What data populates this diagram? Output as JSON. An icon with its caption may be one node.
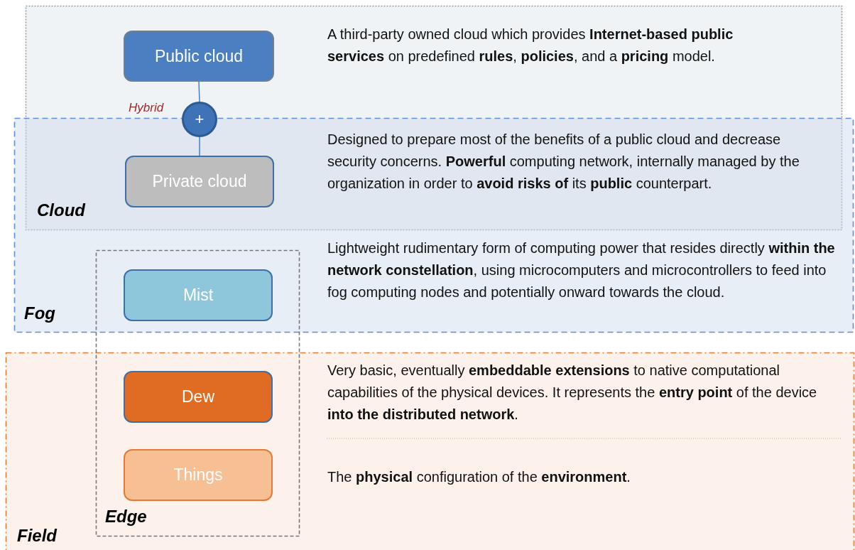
{
  "diagram": {
    "nodes": [
      {
        "text": [
          "Public cloud"
        ]
      },
      {
        "text": [
          "+"
        ],
        "beside": [
          "Hybrid"
        ]
      },
      {
        "text": [
          "Private cloud"
        ]
      },
      {
        "text": [
          "Mist"
        ]
      },
      {
        "text": [
          "Dew"
        ]
      },
      {
        "text": [
          "Things"
        ]
      }
    ],
    "edges": [
      {
        "from": 0,
        "to": 1,
        "arrow": "none"
      },
      {
        "from": 1,
        "to": 2,
        "arrow": "none"
      }
    ],
    "labels": [
      "A third-party owned cloud which provides **Internet-based public services** on predefined **rules**, **policies**, and a **pricing** model.",
      "Designed to prepare most of the benefits of a public cloud and decrease security concerns. **Powerful** computing network, internally managed by the organization in order to **avoid risks of** its **public** counterpart.",
      "Cloud",
      "Lightweight rudimentary form of computing power that resides directly **within the network constellation**, using microcomputers and microcontrollers to feed into fog computing nodes and potentially onward towards the cloud.",
      "Fog",
      "Very basic, eventually **embeddable extensions** to native computational capabilities of the physical devices. It represents the **entry point** of the device **into the distributed network**.",
      "The **physical** configuration of the **environment**.",
      "Edge",
      "Field"
    ]
  }
}
